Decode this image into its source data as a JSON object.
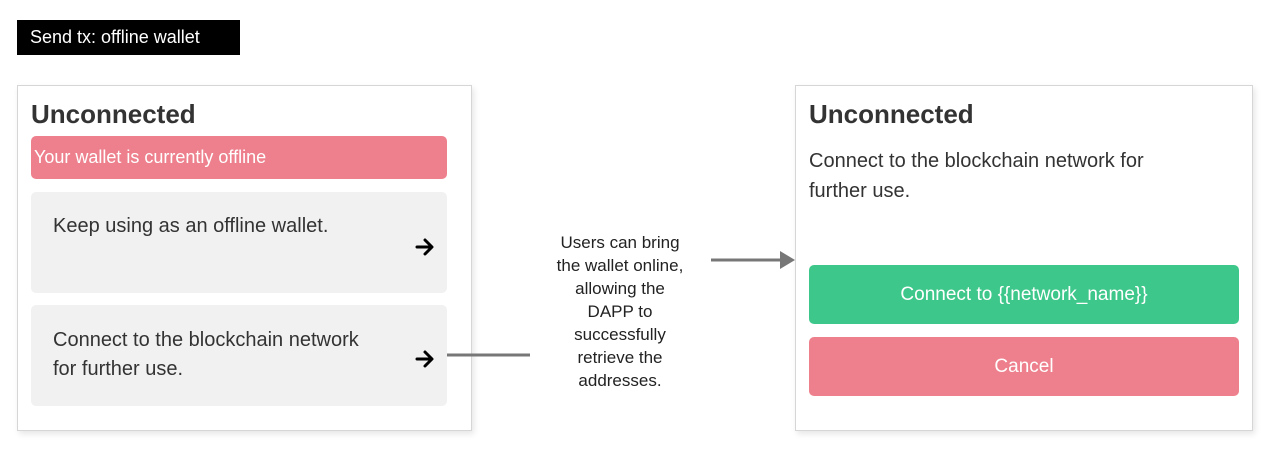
{
  "flow": {
    "tag": "Send tx: offline wallet",
    "note_lines": [
      "Users can bring",
      "the wallet online,",
      "allowing the",
      "DAPP to",
      "successfully",
      "retrieve the",
      "addresses."
    ]
  },
  "left_panel": {
    "title": "Unconnected",
    "banner": "Your wallet is currently offline",
    "options": [
      {
        "label": "Keep using as an offline wallet.",
        "icon": "arrow-right-icon"
      },
      {
        "label_lines": [
          "Connect to the blockchain network",
          "for further use."
        ],
        "icon": "arrow-right-icon"
      }
    ]
  },
  "right_panel": {
    "title": "Unconnected",
    "description_lines": [
      "Connect to the blockchain network for",
      "further use."
    ],
    "connect_button": "Connect to {{network_name}}",
    "cancel_button": "Cancel"
  },
  "colors": {
    "danger": "#ed808c",
    "success": "#3ec78a",
    "option_bg": "#f1f1f1",
    "connector": "#777777"
  }
}
